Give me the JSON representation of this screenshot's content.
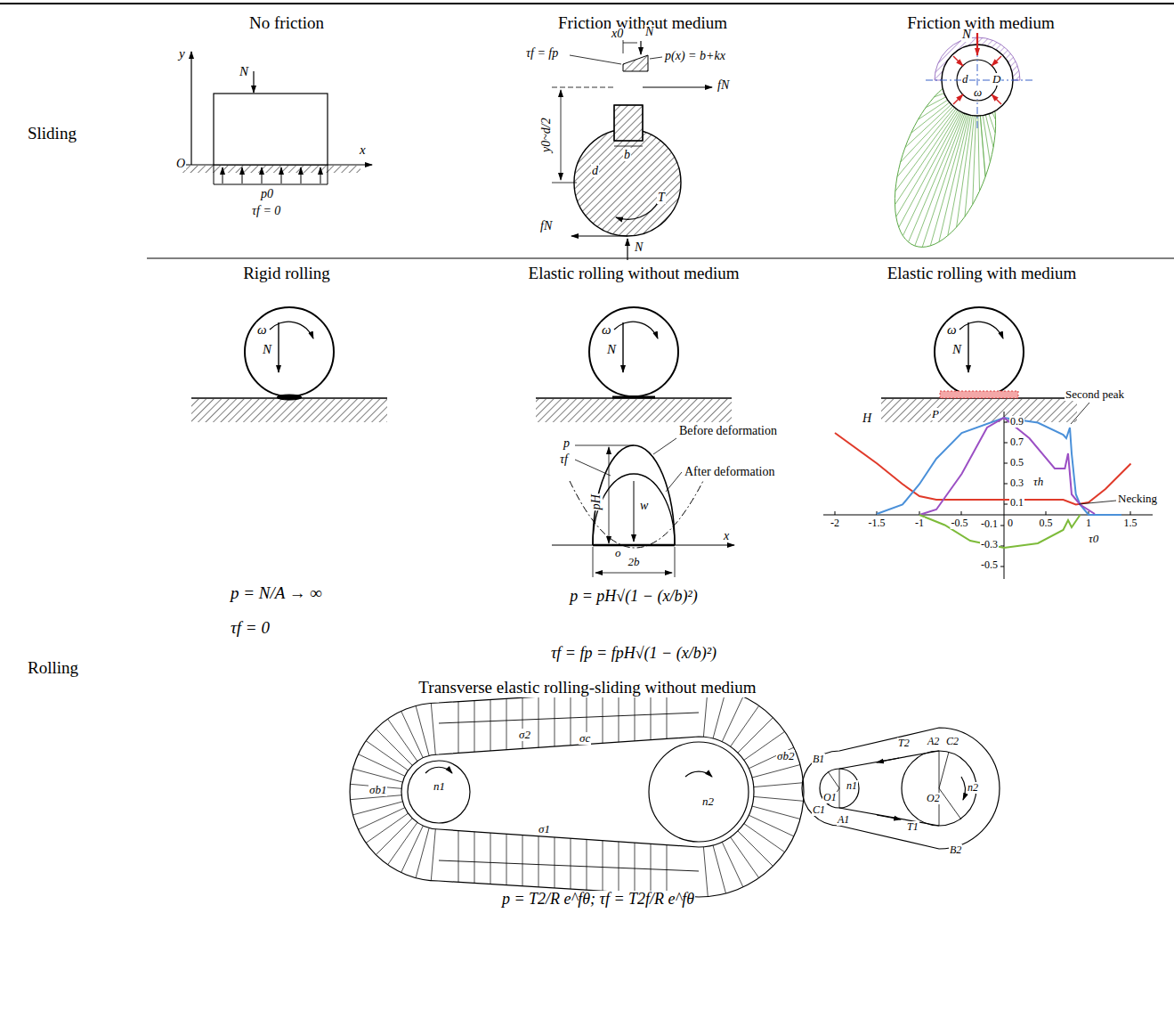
{
  "diagram": {
    "labels": [
      "No friction",
      "Friction without medium",
      "Friction with medium",
      "Sliding",
      "y",
      "N",
      "O",
      "x",
      "p0",
      "τf = 0",
      "x0",
      "N",
      "τf = fp",
      "p(x) = b+kx",
      "fN",
      "y0~d/2",
      "b",
      "d",
      "T",
      "fN",
      "N",
      "N",
      "d",
      "D",
      "ω",
      "Rigid rolling",
      "Elastic rolling without medium",
      "Elastic rolling with medium",
      "Rolling",
      "ω",
      "N",
      "ω",
      "N",
      "ω",
      "N",
      "p = N/A → ∞",
      "τf = 0",
      "p",
      "τf",
      "pH",
      "w",
      "Before deformation",
      "After deformation",
      "o",
      "2b",
      "x",
      "p = pH√(1 − (x/b)²)",
      "τf = fp = fpH√(1 − (x/b)²)",
      "H",
      "P",
      "Second peak",
      "τh",
      "Necking",
      "τ0",
      "0.9",
      "0.7",
      "0.5",
      "0.3",
      "0.1",
      "-0.1",
      "-0.3",
      "-0.5",
      "-2",
      "-1.5",
      "-1",
      "-0.5",
      "0",
      "0.5",
      "1",
      "1.5",
      "Transverse elastic rolling-sliding without medium",
      "σb1",
      "n1",
      "σ2",
      "σc",
      "n2",
      "σb2",
      "σ1",
      "B1",
      "O1",
      "n1",
      "C1",
      "A1",
      "T2",
      "T1",
      "A2",
      "C2",
      "O2",
      "n2",
      "B2",
      "p = T2/R e^fθ; τf = T2f/R e^fθ"
    ]
  }
}
